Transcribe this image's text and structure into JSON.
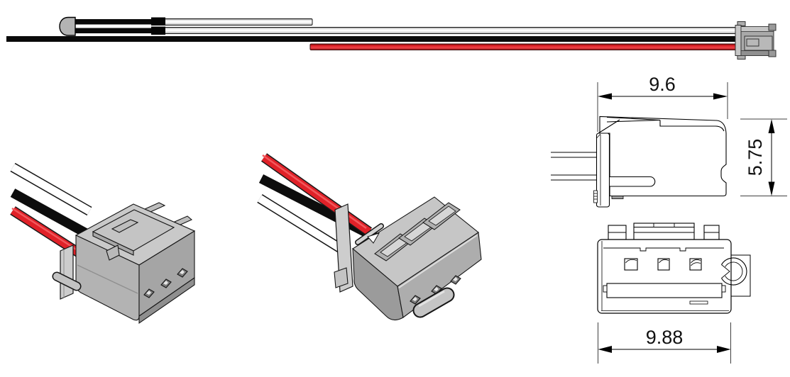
{
  "drawing": {
    "dimension_labels": {
      "top_width": "9.6",
      "height": "5.75",
      "bottom_width": "9.88"
    },
    "colors": {
      "wire_white": "#ffffff",
      "wire_black": "#0a0a0a",
      "wire_red": "#e02128",
      "thermistor_bead": "#b3b3b3",
      "connector_body_light": "#c9c9c9",
      "connector_body_mid": "#b3b3b3",
      "connector_body_dark": "#a0a0a0",
      "outline": "#161616",
      "dimension_line": "#7f7f7f"
    }
  }
}
